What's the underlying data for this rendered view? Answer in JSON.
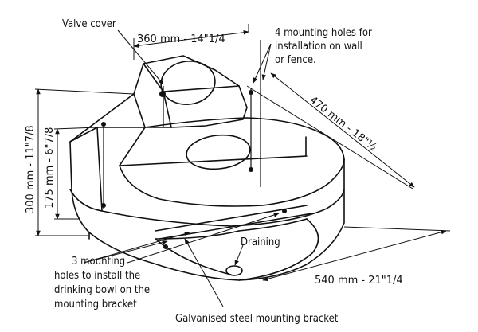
{
  "labels": {
    "valve_cover": "Valve cover",
    "mounting_holes_wall": [
      "4 mounting holes for",
      "installation on wall",
      "or fence."
    ],
    "mounting_holes_bracket": [
      "3 mounting",
      "holes to install the",
      "drinking bowl on the",
      "mounting bracket"
    ],
    "draining": "Draining",
    "bracket": "Galvanised steel mounting bracket"
  },
  "dimensions": {
    "width_top": "360 mm - 14\"1/4",
    "depth": "470 mm - 18\"½",
    "width_bottom": "540 mm - 21\"1/4",
    "height_total": "300 mm - 11\"7/8",
    "height_bowl": "175 mm - 6\"7/8"
  }
}
